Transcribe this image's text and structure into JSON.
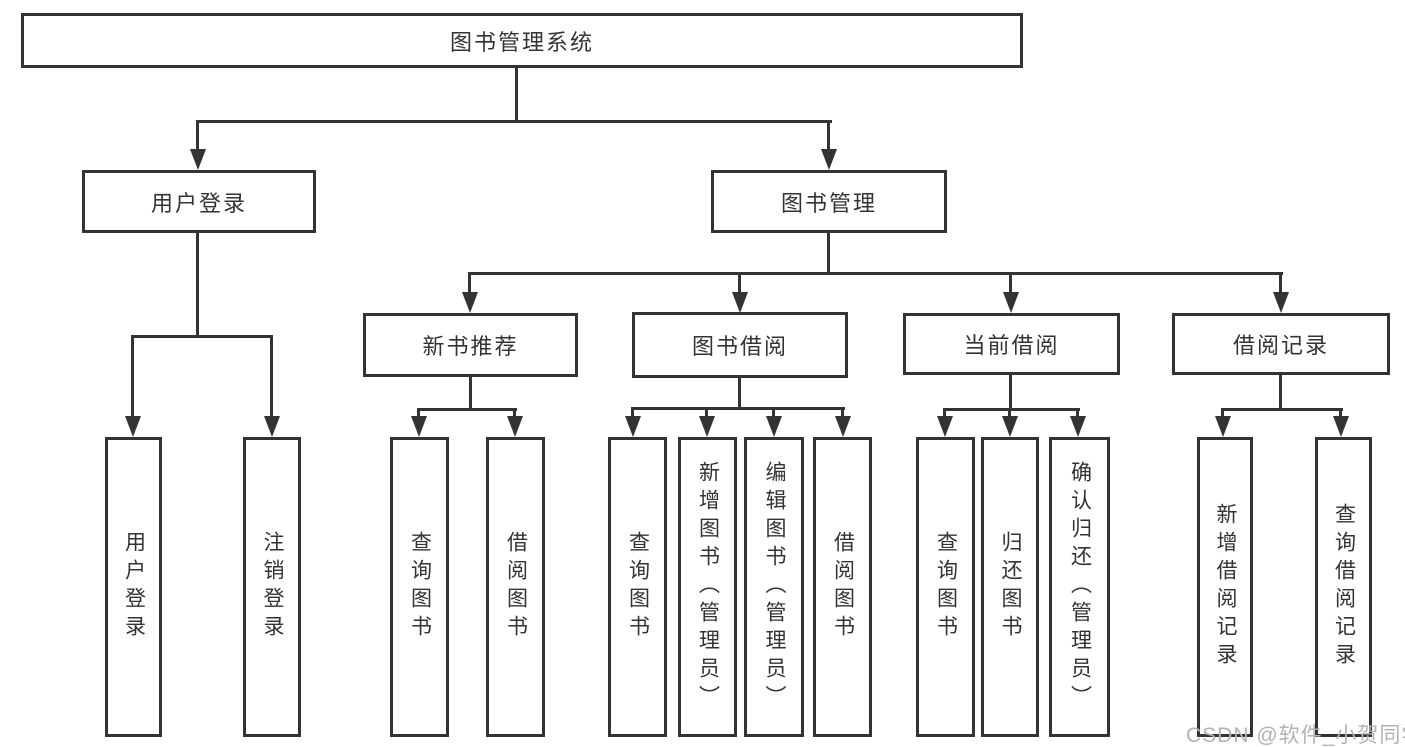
{
  "tree": {
    "label": "图书管理系统",
    "children": [
      {
        "label": "用户登录",
        "children": [
          {
            "label": "用户登录"
          },
          {
            "label": "注销登录"
          }
        ]
      },
      {
        "label": "图书管理",
        "children": [
          {
            "label": "新书推荐",
            "children": [
              {
                "label": "查询图书"
              },
              {
                "label": "借阅图书"
              }
            ]
          },
          {
            "label": "图书借阅",
            "children": [
              {
                "label": "查询图书"
              },
              {
                "label": "新增图书（管理员）"
              },
              {
                "label": "编辑图书（管理员）"
              },
              {
                "label": "借阅图书"
              }
            ]
          },
          {
            "label": "当前借阅",
            "children": [
              {
                "label": "查询图书"
              },
              {
                "label": "归还图书"
              },
              {
                "label": "确认归还（管理员）"
              }
            ]
          },
          {
            "label": "借阅记录",
            "children": [
              {
                "label": "新增借阅记录"
              },
              {
                "label": "查询借阅记录"
              }
            ]
          }
        ]
      }
    ]
  },
  "watermark": "CSDN @软件_小贺同学",
  "colors": {
    "line": "#333333",
    "box_border": "#333333",
    "text": "#333333",
    "background": "#ffffff",
    "watermark": "#b3b3b3"
  }
}
